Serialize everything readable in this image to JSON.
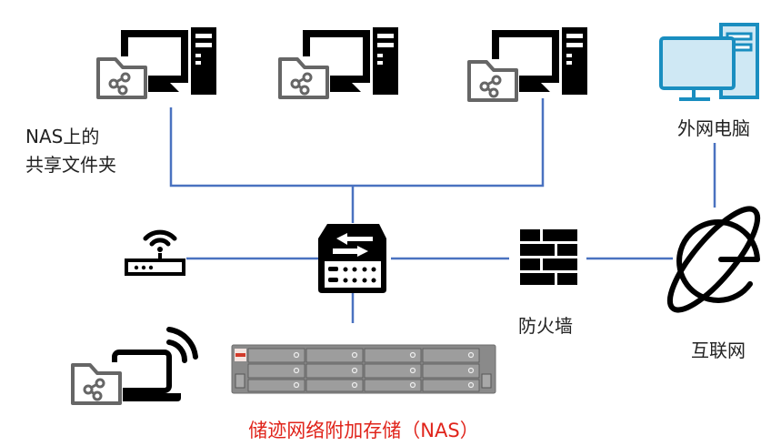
{
  "labels": {
    "nas_folder_line1": "NAS上的",
    "nas_folder_line2": "共享文件夹",
    "external_pc": "外网电脑",
    "firewall": "防火墙",
    "internet": "互联网",
    "nas_device": "储迹网络附加存储（NAS）"
  },
  "colors": {
    "link_line": "#4a72c0",
    "nas_label": "#e0241b",
    "external_pc": "#1a8ec0"
  }
}
